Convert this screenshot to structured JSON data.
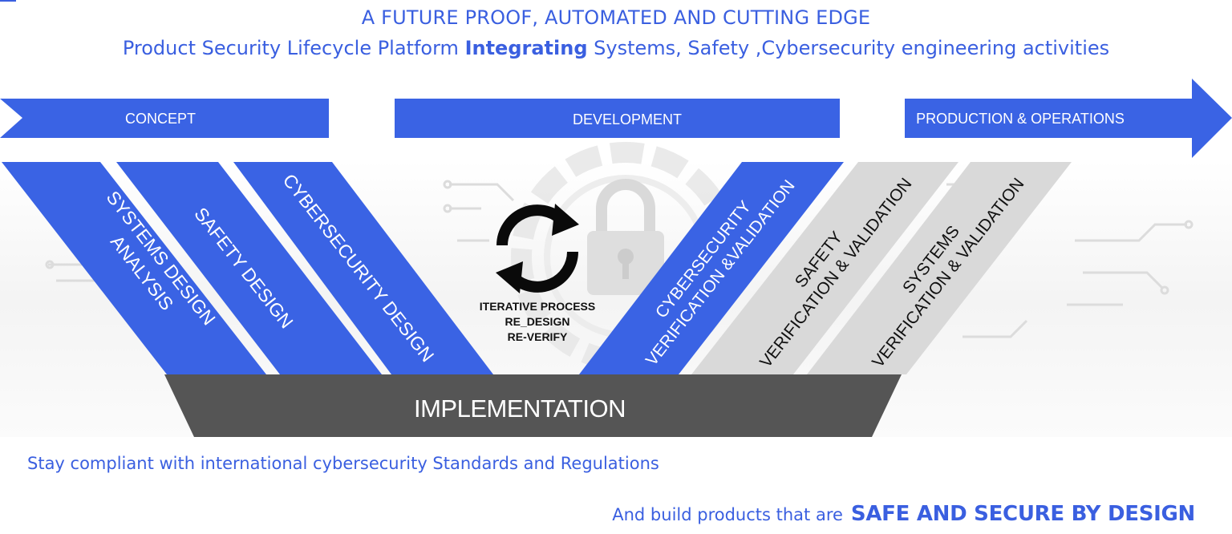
{
  "header": {
    "line1": "A FUTURE PROOF, AUTOMATED AND CUTTING EDGE",
    "line2_pre": "Product Security Lifecycle Platform ",
    "line2_bold": "Integrating",
    "line2_post": " Systems, Safety ,Cybersecurity engineering activities"
  },
  "phases": {
    "concept": "CONCEPT",
    "development": "DEVELOPMENT",
    "production": "PRODUCTION & OPERATIONS"
  },
  "left_bands": {
    "systems_line1": "SYSTEMS DESIGN",
    "systems_line2": "ANALYSIS",
    "safety": "SAFETY DESIGN",
    "cyber": "CYBERSECURITY DESIGN"
  },
  "right_bands": {
    "cyber_line1": "CYBERSECURITY",
    "cyber_line2": "VERIFICATION &VALIDATION",
    "safety_line1": "SAFETY",
    "safety_line2": "VERIFICATION & VALIDATION",
    "systems_line1": "SYSTEMS",
    "systems_line2": "VERIFICATION & VALIDATION"
  },
  "center": {
    "icon": "refresh-cycle-icon",
    "background_icon": "padlock-icon",
    "line1": "ITERATIVE PROCESS",
    "line2": "RE_DESIGN",
    "line3": "RE-VERIFY"
  },
  "base": {
    "label": "IMPLEMENTATION"
  },
  "footer": {
    "compliance": "Stay compliant with international cybersecurity Standards and Regulations",
    "build_pre": "And build products that are",
    "build_strong": "SAFE AND SECURE BY DESIGN"
  },
  "colors": {
    "blue": "#3a63e4",
    "gray": "#d9d9d9",
    "dark": "#555555",
    "text_blue": "#3a5fe0"
  }
}
